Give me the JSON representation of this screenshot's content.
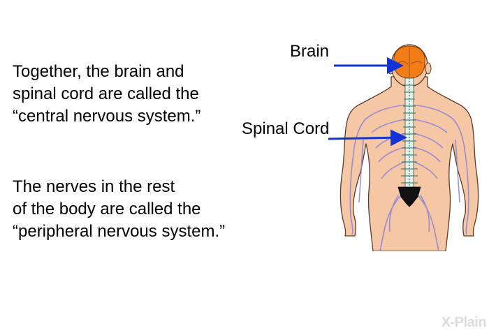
{
  "paragraphs": [
    {
      "lines": [
        "Together, the brain and",
        "spinal cord are called the",
        "“central nervous system.”"
      ]
    },
    {
      "lines": [
        "The nerves in the rest",
        "of the body are called the",
        "“peripheral nervous system.”"
      ]
    }
  ],
  "labels": {
    "brain": "Brain",
    "spinal_cord": "Spinal Cord"
  },
  "logo": {
    "text": "X-Plain"
  },
  "colors": {
    "skin": "#f6c7a4",
    "skin_outline": "#5a3a2a",
    "brain": "#f07d18",
    "nerves": "#8b82d8",
    "spine": "#e8efe8",
    "arrow": "#1233d6",
    "sacrum": "#111111"
  }
}
